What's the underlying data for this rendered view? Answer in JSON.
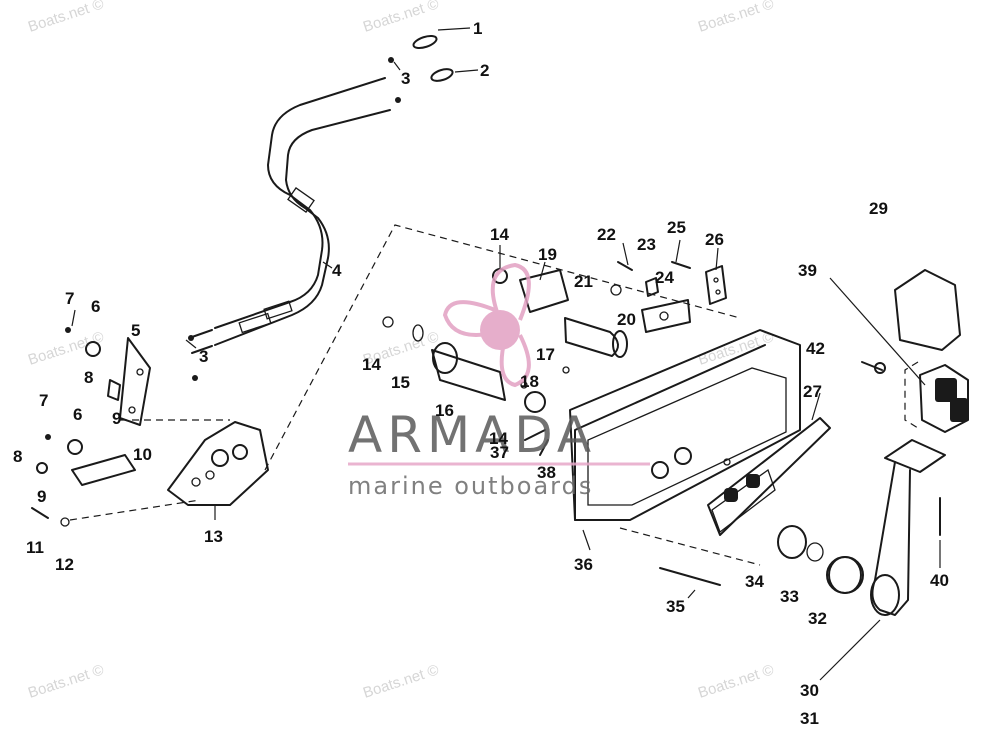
{
  "watermark": {
    "text": "Boats.net ©"
  },
  "brand": {
    "name": "ARMADA",
    "tagline": "marine outboards",
    "accent": "#e7a8c8",
    "logo_color": "#e2a1c3"
  },
  "parts": [
    {
      "id": "p1",
      "label": "1"
    },
    {
      "id": "p2",
      "label": "2"
    },
    {
      "id": "p3a",
      "label": "3"
    },
    {
      "id": "p3b",
      "label": "3"
    },
    {
      "id": "p4",
      "label": "4"
    },
    {
      "id": "p5",
      "label": "5"
    },
    {
      "id": "p6a",
      "label": "6"
    },
    {
      "id": "p6b",
      "label": "6"
    },
    {
      "id": "p7a",
      "label": "7"
    },
    {
      "id": "p7b",
      "label": "7"
    },
    {
      "id": "p8a",
      "label": "8"
    },
    {
      "id": "p8b",
      "label": "8"
    },
    {
      "id": "p9a",
      "label": "9"
    },
    {
      "id": "p9b",
      "label": "9"
    },
    {
      "id": "p10",
      "label": "10"
    },
    {
      "id": "p11",
      "label": "11"
    },
    {
      "id": "p12",
      "label": "12"
    },
    {
      "id": "p13",
      "label": "13"
    },
    {
      "id": "p14a",
      "label": "14"
    },
    {
      "id": "p14b",
      "label": "14"
    },
    {
      "id": "p14c",
      "label": "14"
    },
    {
      "id": "p15",
      "label": "15"
    },
    {
      "id": "p16",
      "label": "16"
    },
    {
      "id": "p17",
      "label": "17"
    },
    {
      "id": "p18",
      "label": "18"
    },
    {
      "id": "p19",
      "label": "19"
    },
    {
      "id": "p20",
      "label": "20"
    },
    {
      "id": "p21",
      "label": "21"
    },
    {
      "id": "p22",
      "label": "22"
    },
    {
      "id": "p23",
      "label": "23"
    },
    {
      "id": "p24",
      "label": "24"
    },
    {
      "id": "p25",
      "label": "25"
    },
    {
      "id": "p26",
      "label": "26"
    },
    {
      "id": "p27",
      "label": "27"
    },
    {
      "id": "p29",
      "label": "29"
    },
    {
      "id": "p30",
      "label": "30"
    },
    {
      "id": "p31",
      "label": "31"
    },
    {
      "id": "p32",
      "label": "32"
    },
    {
      "id": "p33",
      "label": "33"
    },
    {
      "id": "p34",
      "label": "34"
    },
    {
      "id": "p35",
      "label": "35"
    },
    {
      "id": "p36",
      "label": "36"
    },
    {
      "id": "p37",
      "label": "37"
    },
    {
      "id": "p38",
      "label": "38"
    },
    {
      "id": "p39",
      "label": "39"
    },
    {
      "id": "p40",
      "label": "40"
    },
    {
      "id": "p42",
      "label": "42"
    }
  ]
}
